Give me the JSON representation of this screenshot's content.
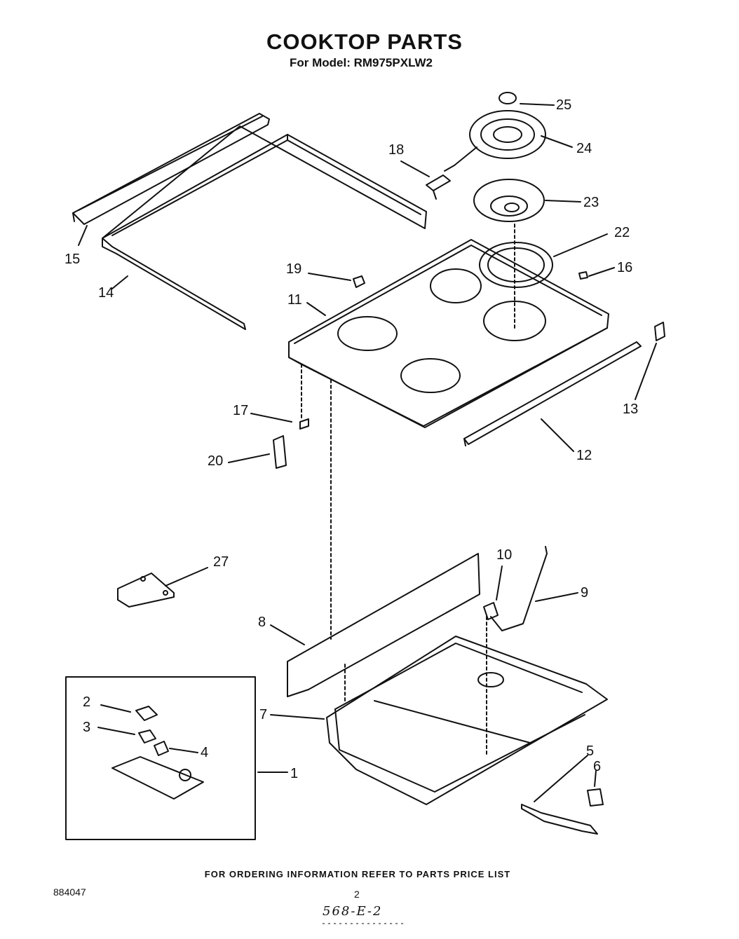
{
  "title": "COOKTOP PARTS",
  "subtitle": "For Model: RM975PXLW2",
  "callouts": [
    "25",
    "24",
    "18",
    "23",
    "22",
    "15",
    "19",
    "16",
    "14",
    "11",
    "13",
    "17",
    "12",
    "20",
    "10",
    "27",
    "9",
    "8",
    "2",
    "7",
    "3",
    "4",
    "1",
    "5",
    "6"
  ],
  "footer_note": "FOR ORDERING INFORMATION REFER TO PARTS PRICE LIST",
  "doc_number": "884047",
  "page_number": "2",
  "handwritten_code": "568-E-2"
}
